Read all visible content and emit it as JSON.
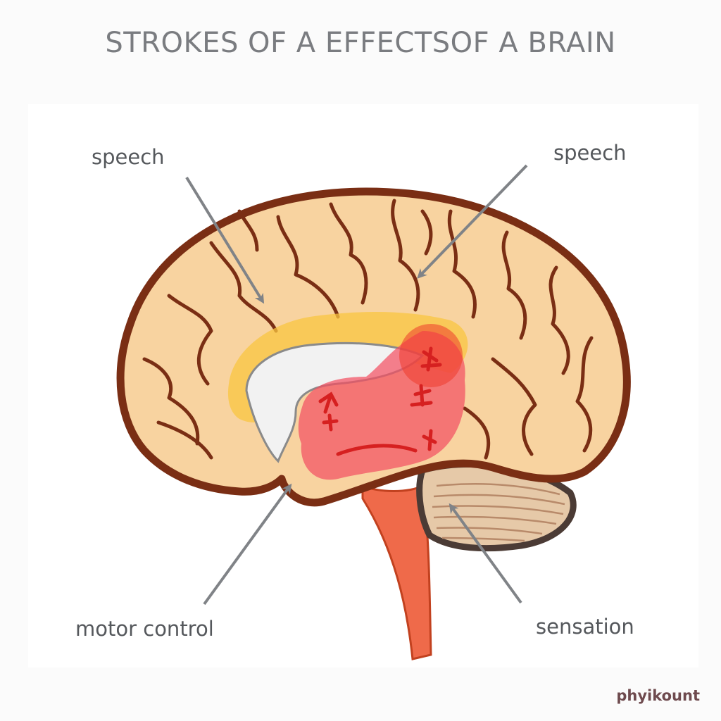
{
  "title": "STROKES OF A EFFECTSOF A BRAIN",
  "labels": {
    "speech_left": "speech",
    "speech_right": "speech",
    "motor_control": "motor control",
    "sensation": "sensation"
  },
  "watermark": "phyikount",
  "colors": {
    "brain_fill": "#f8d3a0",
    "brain_outline": "#7a2e14",
    "stroke_region": "#f25063",
    "highlight_band": "#f9c640",
    "brainstem": "#ef6a4a",
    "cerebellum": "#e6c9a8",
    "arrow": "#808387"
  }
}
